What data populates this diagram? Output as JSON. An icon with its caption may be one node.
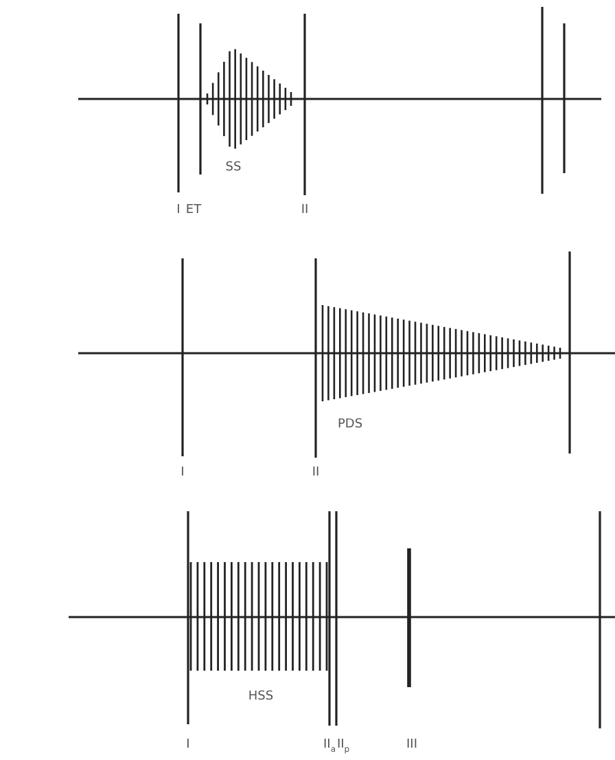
{
  "diagram": {
    "labels": [
      "I",
      "ET",
      "SS",
      "II",
      "PDS",
      "I",
      "II",
      "HSS",
      "I",
      "II$_{a}$",
      "II$_{p}$",
      "III"
    ]
  }
}
